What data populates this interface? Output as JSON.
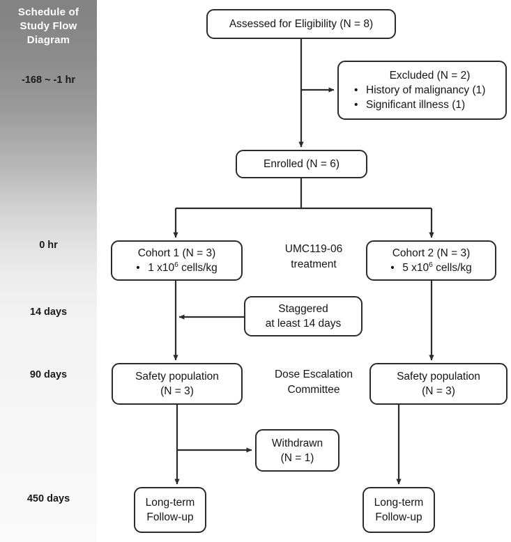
{
  "sidebar": {
    "title": "Schedule  of\nStudy Flow\nDiagram",
    "timepoints": [
      {
        "label": "-168 ~ -1 hr"
      },
      {
        "label": "0 hr"
      },
      {
        "label": "14 days"
      },
      {
        "label": "90 days"
      },
      {
        "label": "450 days"
      }
    ],
    "gradient_top": "#828282",
    "gradient_bottom": "#fafafa",
    "title_color": "#ffffff"
  },
  "diagram": {
    "line_color": "#2b2b2b",
    "box_border_color": "#2b2b2b",
    "box_fill": "#ffffff",
    "nodes": {
      "assessed": {
        "line1": "Assessed for Eligibility (N = 8)"
      },
      "excluded": {
        "title": "Excluded (N = 2)",
        "items": [
          "History of malignancy (1)",
          "Significant illness (1)"
        ]
      },
      "enrolled": {
        "line1": "Enrolled (N = 6)"
      },
      "cohort1": {
        "line1": "Cohort 1 (N = 3)",
        "dose_prefix": "1 x10",
        "dose_exp": "6",
        "dose_suffix": " cells/kg"
      },
      "cohort2": {
        "line1": "Cohort 2 (N = 3)",
        "dose_prefix": "5 x10",
        "dose_exp": "6",
        "dose_suffix": " cells/kg"
      },
      "staggered": {
        "line1": "Staggered",
        "line2": "at least 14 days"
      },
      "safety1": {
        "line1": "Safety population",
        "line2": "(N = 3)"
      },
      "safety2": {
        "line1": "Safety population",
        "line2": "(N = 3)"
      },
      "withdrawn": {
        "line1": "Withdrawn",
        "line2": "(N = 1)"
      },
      "ltfu1": {
        "line1": "Long-term",
        "line2": "Follow-up"
      },
      "ltfu2": {
        "line1": "Long-term",
        "line2": "Follow-up"
      }
    },
    "captions": {
      "umc_treatment": "UMC119-06\ntreatment",
      "dose_escalation": "Dose Escalation\nCommittee"
    }
  }
}
